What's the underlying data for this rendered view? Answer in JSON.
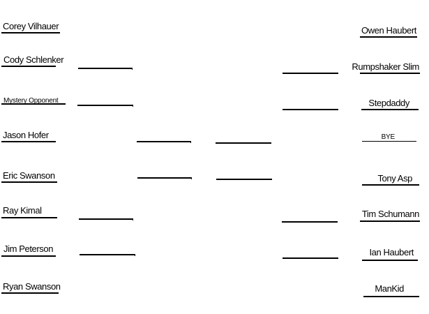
{
  "bracket": {
    "left": [
      "Corey Vilhauer",
      "Cody Schlenker",
      "Mystery Opponent",
      "Jason Hofer",
      "Eric Swanson",
      "Ray Kimal",
      "Jim Peterson",
      "Ryan Swanson"
    ],
    "right": [
      "Owen Haubert",
      "Rumpshaker Slim",
      "Stepdaddy",
      "BYE",
      "Tony Asp",
      "Tim Schumann",
      "Ian Haubert",
      "ManKid"
    ]
  }
}
